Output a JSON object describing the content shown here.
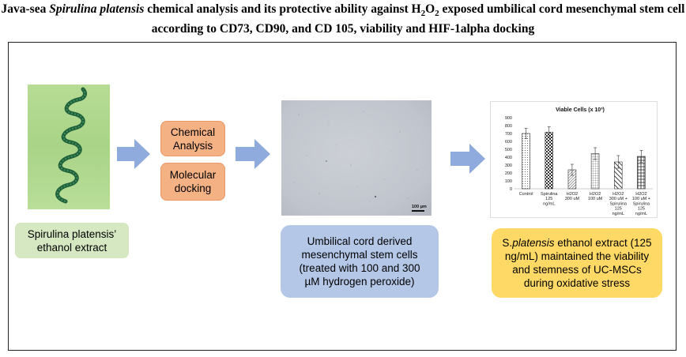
{
  "title": {
    "line1_a": "Java-sea ",
    "line1_italic": "Spirulina platensis",
    "line1_b": " chemical analysis and its protective ability against H",
    "line1_sub1": "2",
    "line1_c": "O",
    "line1_sub2": "2",
    "line1_d": " exposed umbilical cord mesenchymal stem cell",
    "line2": "according to CD73, CD90, and CD 105, viability and HIF-1alpha docking"
  },
  "spirulina_label": {
    "line1": "Spirulina platensis’",
    "line2": "ethanol extract"
  },
  "chemical_analysis": {
    "line1": "Chemical",
    "line2": "Analysis"
  },
  "molecular_docking": {
    "line1": "Molecular",
    "line2": "docking"
  },
  "micrograph": {
    "scale_label": "100 µm"
  },
  "stem_cell_label": {
    "line1": "Umbilical cord derived",
    "line2": "mesenchymal stem cells",
    "line3": "(treated with 100 and 300",
    "line4": "µM hydrogen peroxide)"
  },
  "conclusion": {
    "line1_a": "S.",
    "line1_italic": "platensis",
    "line1_b": " ethanol extract (125",
    "line2": "ng/mL)  maintained the viability",
    "line3": "and stemness of UC-MSCs",
    "line4": "during oxidative stress"
  },
  "colors": {
    "arrow": "#8faadc",
    "green": "#d6e8c2",
    "orange": "#f4b183",
    "blue": "#b4c7e7",
    "yellow": "#ffd966"
  },
  "chart_data": {
    "type": "bar",
    "title": "Viable Cells (x 10³)",
    "categories": [
      [
        "Control"
      ],
      [
        "Spirulina",
        "125",
        "ng/mL"
      ],
      [
        "H2O2",
        "300 uM"
      ],
      [
        "H2O2",
        "100 uM"
      ],
      [
        "H2O2",
        "300 uM +",
        "Spirulina",
        "125",
        "ng/mL"
      ],
      [
        "H2O2",
        "100 uM +",
        "Spirulina",
        "125",
        "ng/mL"
      ]
    ],
    "values": [
      700,
      715,
      240,
      445,
      340,
      410
    ],
    "errors": [
      65,
      70,
      70,
      75,
      80,
      75
    ],
    "patterns": [
      "dots",
      "checker",
      "diag-dense",
      "grid",
      "diag-wide",
      "cross"
    ],
    "ylim": [
      0,
      900
    ],
    "yticks": [
      0,
      100,
      200,
      300,
      400,
      500,
      600,
      700,
      800,
      900
    ],
    "xlabel": "",
    "ylabel": ""
  }
}
